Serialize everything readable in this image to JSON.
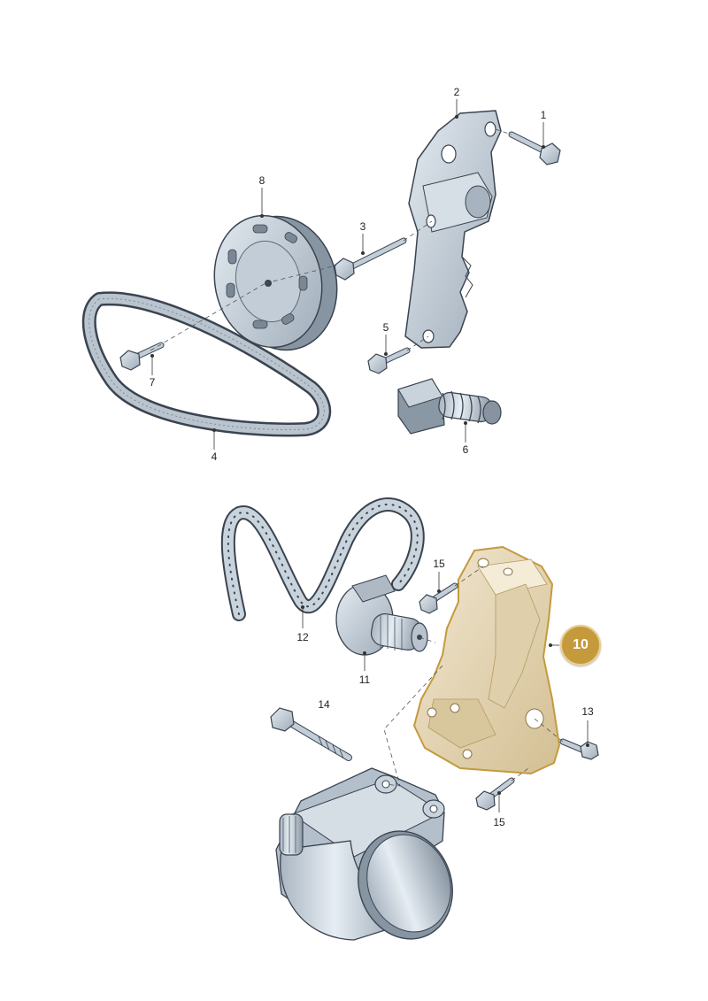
{
  "colors": {
    "part_fill": "#c9d3dc",
    "part_shade": "#9aa8b5",
    "part_dark": "#6c7a87",
    "outline": "#3a4450",
    "highlight_fill": "#e9dcc0",
    "highlight_stroke": "#c49a3c",
    "badge": "#c49a3c"
  },
  "callouts": [
    {
      "id": "1",
      "text": "1"
    },
    {
      "id": "2",
      "text": "2"
    },
    {
      "id": "3",
      "text": "3"
    },
    {
      "id": "4",
      "text": "4"
    },
    {
      "id": "5",
      "text": "5"
    },
    {
      "id": "6",
      "text": "6"
    },
    {
      "id": "7",
      "text": "7"
    },
    {
      "id": "8",
      "text": "8"
    },
    {
      "id": "11",
      "text": "11"
    },
    {
      "id": "12",
      "text": "12"
    },
    {
      "id": "13",
      "text": "13"
    },
    {
      "id": "14",
      "text": "14"
    },
    {
      "id": "15a",
      "text": "15"
    },
    {
      "id": "15b",
      "text": "15"
    }
  ],
  "highlight": {
    "text": "10"
  }
}
